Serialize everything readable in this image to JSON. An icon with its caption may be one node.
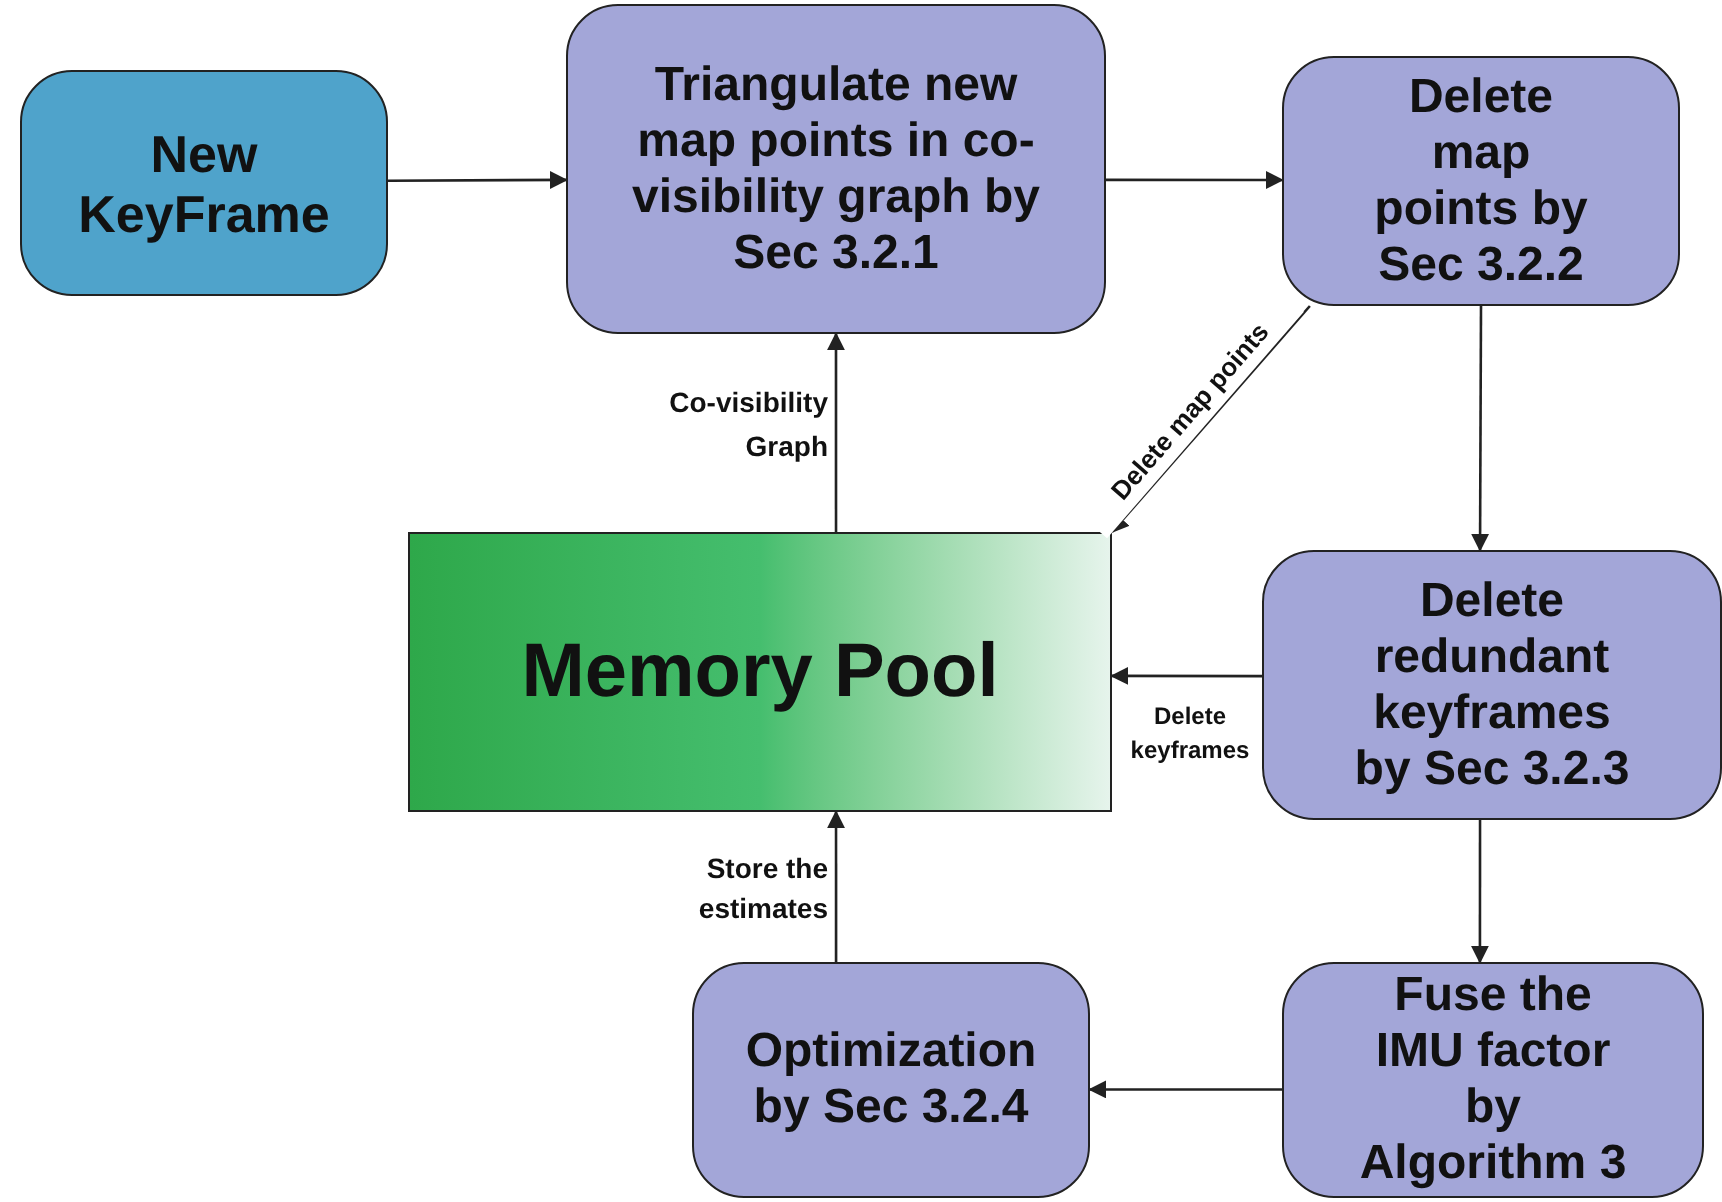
{
  "diagram": {
    "nodes": [
      {
        "text": [
          "New KeyFrame"
        ]
      },
      {
        "text": [
          "Triangulate new map points in co-visibility graph by Sec 3.2.1"
        ]
      },
      {
        "text": [
          "Delete map points by Sec 3.2.2"
        ]
      },
      {
        "text": [
          "Memory Pool"
        ]
      },
      {
        "text": [
          "Delete redundant keyframes by Sec 3.2.3"
        ]
      },
      {
        "text": [
          "Fuse the IMU factor by Algorithm 3"
        ]
      },
      {
        "text": [
          "Optimization by Sec 3.2.4"
        ]
      }
    ],
    "edges": [
      {
        "from": 0,
        "to": 1,
        "arrow": "to"
      },
      {
        "from": 1,
        "to": 2,
        "arrow": "to"
      },
      {
        "from": 3,
        "to": 1,
        "arrow": "to",
        "label": "Co-visibility Graph"
      },
      {
        "from": 2,
        "to": 3,
        "arrow": "to",
        "label": "Delete map points"
      },
      {
        "from": 2,
        "to": 4,
        "arrow": "to"
      },
      {
        "from": 4,
        "to": 3,
        "arrow": "to",
        "label": "Delete keyframes"
      },
      {
        "from": 4,
        "to": 5,
        "arrow": "to"
      },
      {
        "from": 5,
        "to": 6,
        "arrow": "to"
      },
      {
        "from": 6,
        "to": 3,
        "arrow": "to",
        "label": "Store the estimates"
      }
    ]
  }
}
